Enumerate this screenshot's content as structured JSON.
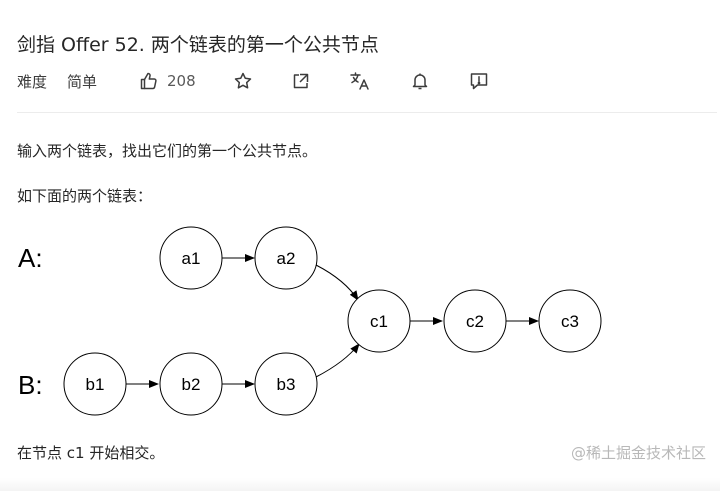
{
  "problem": {
    "title": "剑指 Offer 52. 两个链表的第一个公共节点",
    "difficulty_label": "难度",
    "difficulty_value": "简单",
    "likes": "208",
    "difficulty_color": "#00af9b"
  },
  "toolbar": {
    "icons": [
      "thumbs-up-icon",
      "star-icon",
      "share-icon",
      "translate-icon",
      "bell-icon",
      "feedback-icon"
    ]
  },
  "description": {
    "line1": "输入两个链表，找出它们的第一个公共节点。",
    "line2": "如下面的两个链表：",
    "line3": "在节点 c1 开始相交。"
  },
  "diagram": {
    "list_a_label": "A:",
    "list_b_label": "B:",
    "nodes": {
      "a1": "a1",
      "a2": "a2",
      "b1": "b1",
      "b2": "b2",
      "b3": "b3",
      "c1": "c1",
      "c2": "c2",
      "c3": "c3"
    }
  },
  "watermark": "@稀土掘金技术社区"
}
